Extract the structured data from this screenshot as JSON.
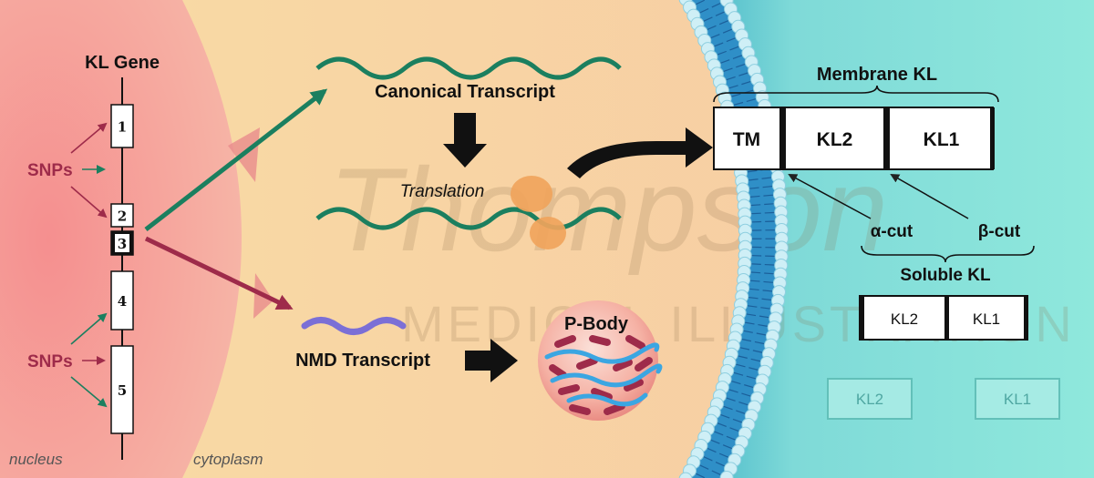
{
  "colors": {
    "nucleus": "#f4a0a0",
    "cytoplasm_left": "#f8d8a0",
    "cytoplasm_right": "#f7c9a0",
    "membrane": "#2f8fc7",
    "membrane_head": "#cfeff6",
    "extracellular": "#7fded6",
    "green": "#1b7f5f",
    "red": "#9e2b4a",
    "purple": "#7b6fd6",
    "blue_strand": "#3ba6e2",
    "ribosome": "#f0a45c",
    "pbody": "#f2a8a0"
  },
  "labels": {
    "gene_title": "KL Gene",
    "snps_top": "SNPs",
    "snps_bottom": "SNPs",
    "nucleus": "nucleus",
    "cytoplasm": "cytoplasm",
    "canonical": "Canonical Transcript",
    "translation": "Translation",
    "nmd": "NMD Transcript",
    "pbody": "P-Body",
    "membrane_kl": "Membrane KL",
    "alpha_cut": "α-cut",
    "beta_cut": "β-cut",
    "soluble_kl": "Soluble KL",
    "watermark_name": "Thompson",
    "watermark_sub": "MEDICAL ILLUSTRATION"
  },
  "exons": [
    "1",
    "2",
    "3",
    "4",
    "5"
  ],
  "membrane_kl_segments": [
    "TM",
    "KL2",
    "KL1"
  ],
  "soluble_kl_segments": [
    "KL2",
    "KL1"
  ],
  "faded_domains": [
    "KL2",
    "KL1"
  ]
}
